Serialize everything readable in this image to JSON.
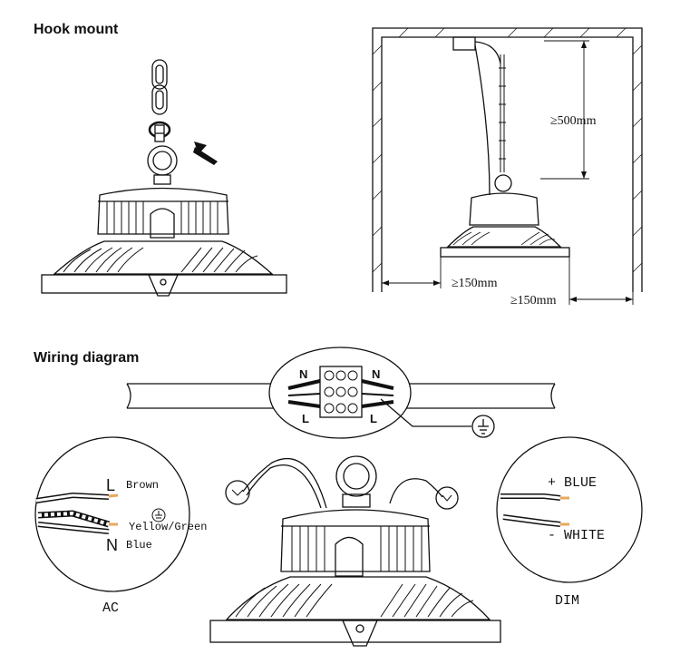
{
  "sections": {
    "hook_mount": {
      "title": "Hook mount"
    },
    "wiring": {
      "title": "Wiring diagram"
    }
  },
  "dimensions": {
    "ceiling_clearance": "≥500mm",
    "side_clearance_inner": "≥150mm",
    "side_clearance_outer": "≥150mm"
  },
  "terminal_block": {
    "left_top": "N",
    "right_top": "N",
    "left_bottom": "L",
    "right_bottom": "L"
  },
  "ac_wiring": {
    "live_letter": "L",
    "live_color": "Brown",
    "earth_color": "Yellow/Green",
    "neutral_letter": "N",
    "neutral_color": "Blue",
    "caption": "AC"
  },
  "dim_wiring": {
    "plus_label": "+ BLUE",
    "minus_label": "- WHITE",
    "caption": "DIM"
  },
  "colors": {
    "line": "#111111",
    "brown_wire": "#e8a85a",
    "background": "#ffffff"
  }
}
